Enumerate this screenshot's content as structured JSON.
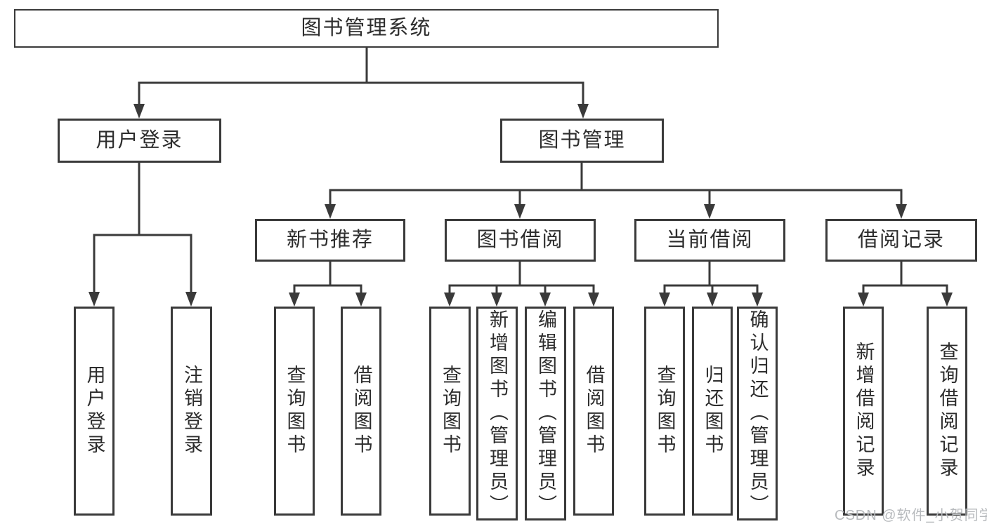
{
  "diagram": {
    "root": {
      "label": "图书管理系统"
    },
    "branches": [
      {
        "label": "用户登录",
        "children": [
          {
            "label": "用户登录"
          },
          {
            "label": "注销登录"
          }
        ]
      },
      {
        "label": "图书管理",
        "children": [
          {
            "label": "新书推荐",
            "children": [
              {
                "label": "查询图书"
              },
              {
                "label": "借阅图书"
              }
            ]
          },
          {
            "label": "图书借阅",
            "children": [
              {
                "label": "查询图书"
              },
              {
                "label": "新增图书（管理员）"
              },
              {
                "label": "编辑图书（管理员）"
              },
              {
                "label": "借阅图书"
              }
            ]
          },
          {
            "label": "当前借阅",
            "children": [
              {
                "label": "查询图书"
              },
              {
                "label": "归还图书"
              },
              {
                "label": "确认归还（管理员）"
              }
            ]
          },
          {
            "label": "借阅记录",
            "children": [
              {
                "label": "新增借阅记录"
              },
              {
                "label": "查询借阅记录"
              }
            ]
          }
        ]
      }
    ]
  },
  "watermark": {
    "text": "CSDN @软件_小贺同学"
  },
  "colors": {
    "line": "#3a3a3a",
    "text": "#2d2d2d",
    "background": "#ffffff",
    "box_background": "#ffffff",
    "watermark": "#b7babd"
  }
}
